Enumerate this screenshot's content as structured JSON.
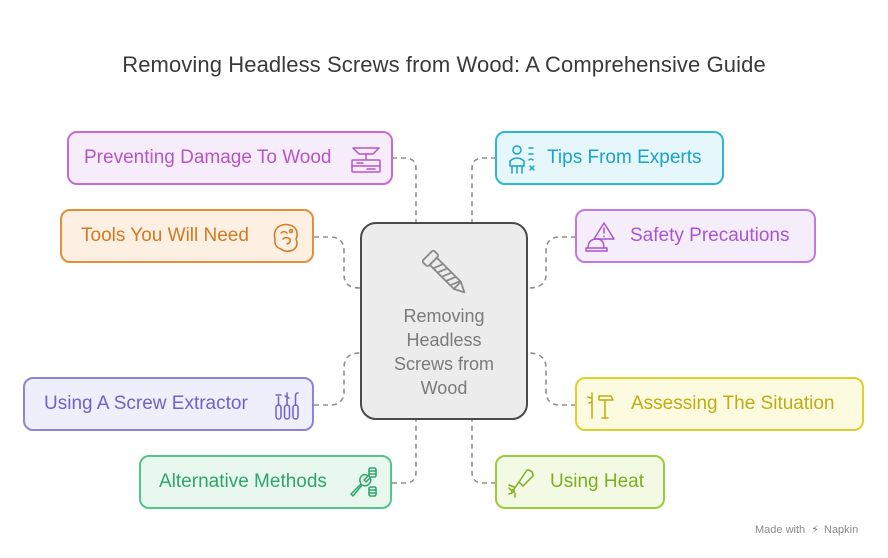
{
  "title": "Removing Headless Screws from Wood: A Comprehensive Guide",
  "center": {
    "label": "Removing\nHeadless\nScrews from\nWood",
    "icon": "screw-icon"
  },
  "nodes": {
    "preventing": {
      "label": "Preventing Damage To Wood",
      "icon": "wood-layers-icon",
      "color": "#c76ad6"
    },
    "tools": {
      "label": "Tools You Will Need",
      "icon": "toolbox-icon",
      "color": "#e38f3a"
    },
    "extractor": {
      "label": "Using A Screw Extractor",
      "icon": "screwdriver-set-icon",
      "color": "#8c84d8"
    },
    "alternative": {
      "label": "Alternative Methods",
      "icon": "wrench-bolts-icon",
      "color": "#53c48a"
    },
    "experts": {
      "label": "Tips From Experts",
      "icon": "expert-person-icon",
      "color": "#2fb6d6"
    },
    "safety": {
      "label": "Safety Precautions",
      "icon": "hard-hat-warning-icon",
      "color": "#c27ae0"
    },
    "assessing": {
      "label": "Assessing The Situation",
      "icon": "hammer-icon",
      "color": "#e2cf2f"
    },
    "heat": {
      "label": "Using Heat",
      "icon": "soldering-iron-icon",
      "color": "#9ccb3d"
    }
  },
  "footer": {
    "prefix": "Made with",
    "brand": "Napkin"
  }
}
